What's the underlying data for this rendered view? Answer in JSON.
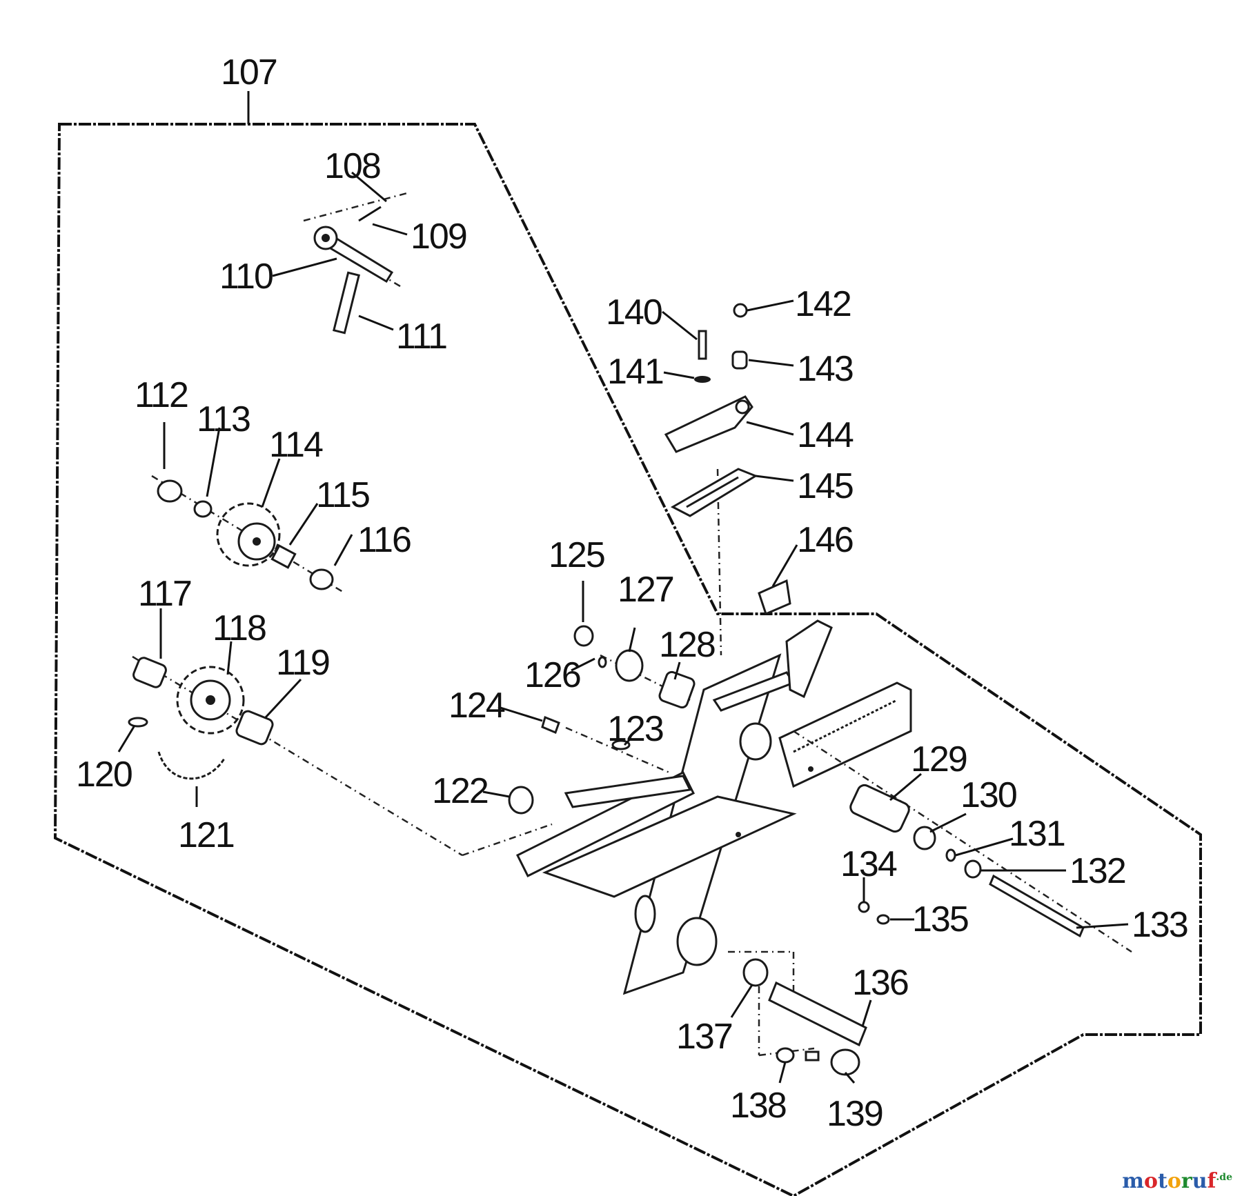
{
  "diagram": {
    "assembly_number": "107",
    "parts": [
      {
        "id": "p108",
        "label": "108"
      },
      {
        "id": "p109",
        "label": "109"
      },
      {
        "id": "p110",
        "label": "110"
      },
      {
        "id": "p111",
        "label": "111"
      },
      {
        "id": "p112",
        "label": "112"
      },
      {
        "id": "p113",
        "label": "113"
      },
      {
        "id": "p114",
        "label": "114"
      },
      {
        "id": "p115",
        "label": "115"
      },
      {
        "id": "p116",
        "label": "116"
      },
      {
        "id": "p117",
        "label": "117"
      },
      {
        "id": "p118",
        "label": "118"
      },
      {
        "id": "p119",
        "label": "119"
      },
      {
        "id": "p120",
        "label": "120"
      },
      {
        "id": "p121",
        "label": "121"
      },
      {
        "id": "p122",
        "label": "122"
      },
      {
        "id": "p123",
        "label": "123"
      },
      {
        "id": "p124",
        "label": "124"
      },
      {
        "id": "p125",
        "label": "125"
      },
      {
        "id": "p126",
        "label": "126"
      },
      {
        "id": "p127",
        "label": "127"
      },
      {
        "id": "p128",
        "label": "128"
      },
      {
        "id": "p129",
        "label": "129"
      },
      {
        "id": "p130",
        "label": "130"
      },
      {
        "id": "p131",
        "label": "131"
      },
      {
        "id": "p132",
        "label": "132"
      },
      {
        "id": "p133",
        "label": "133"
      },
      {
        "id": "p134",
        "label": "134"
      },
      {
        "id": "p135",
        "label": "135"
      },
      {
        "id": "p136",
        "label": "136"
      },
      {
        "id": "p137",
        "label": "137"
      },
      {
        "id": "p138",
        "label": "138"
      },
      {
        "id": "p139",
        "label": "139"
      },
      {
        "id": "p140",
        "label": "140"
      },
      {
        "id": "p141",
        "label": "141"
      },
      {
        "id": "p142",
        "label": "142"
      },
      {
        "id": "p143",
        "label": "143"
      },
      {
        "id": "p144",
        "label": "144"
      },
      {
        "id": "p145",
        "label": "145"
      },
      {
        "id": "p146",
        "label": "146"
      }
    ]
  },
  "watermark": {
    "letters": [
      {
        "ch": "m",
        "color": "#2a5caa"
      },
      {
        "ch": "o",
        "color": "#d9262a"
      },
      {
        "ch": "t",
        "color": "#2a5caa"
      },
      {
        "ch": "o",
        "color": "#f2a20c"
      },
      {
        "ch": "r",
        "color": "#1e8a2e"
      },
      {
        "ch": "u",
        "color": "#2a5caa"
      },
      {
        "ch": "f",
        "color": "#d9262a"
      }
    ],
    "tld": ".de"
  }
}
